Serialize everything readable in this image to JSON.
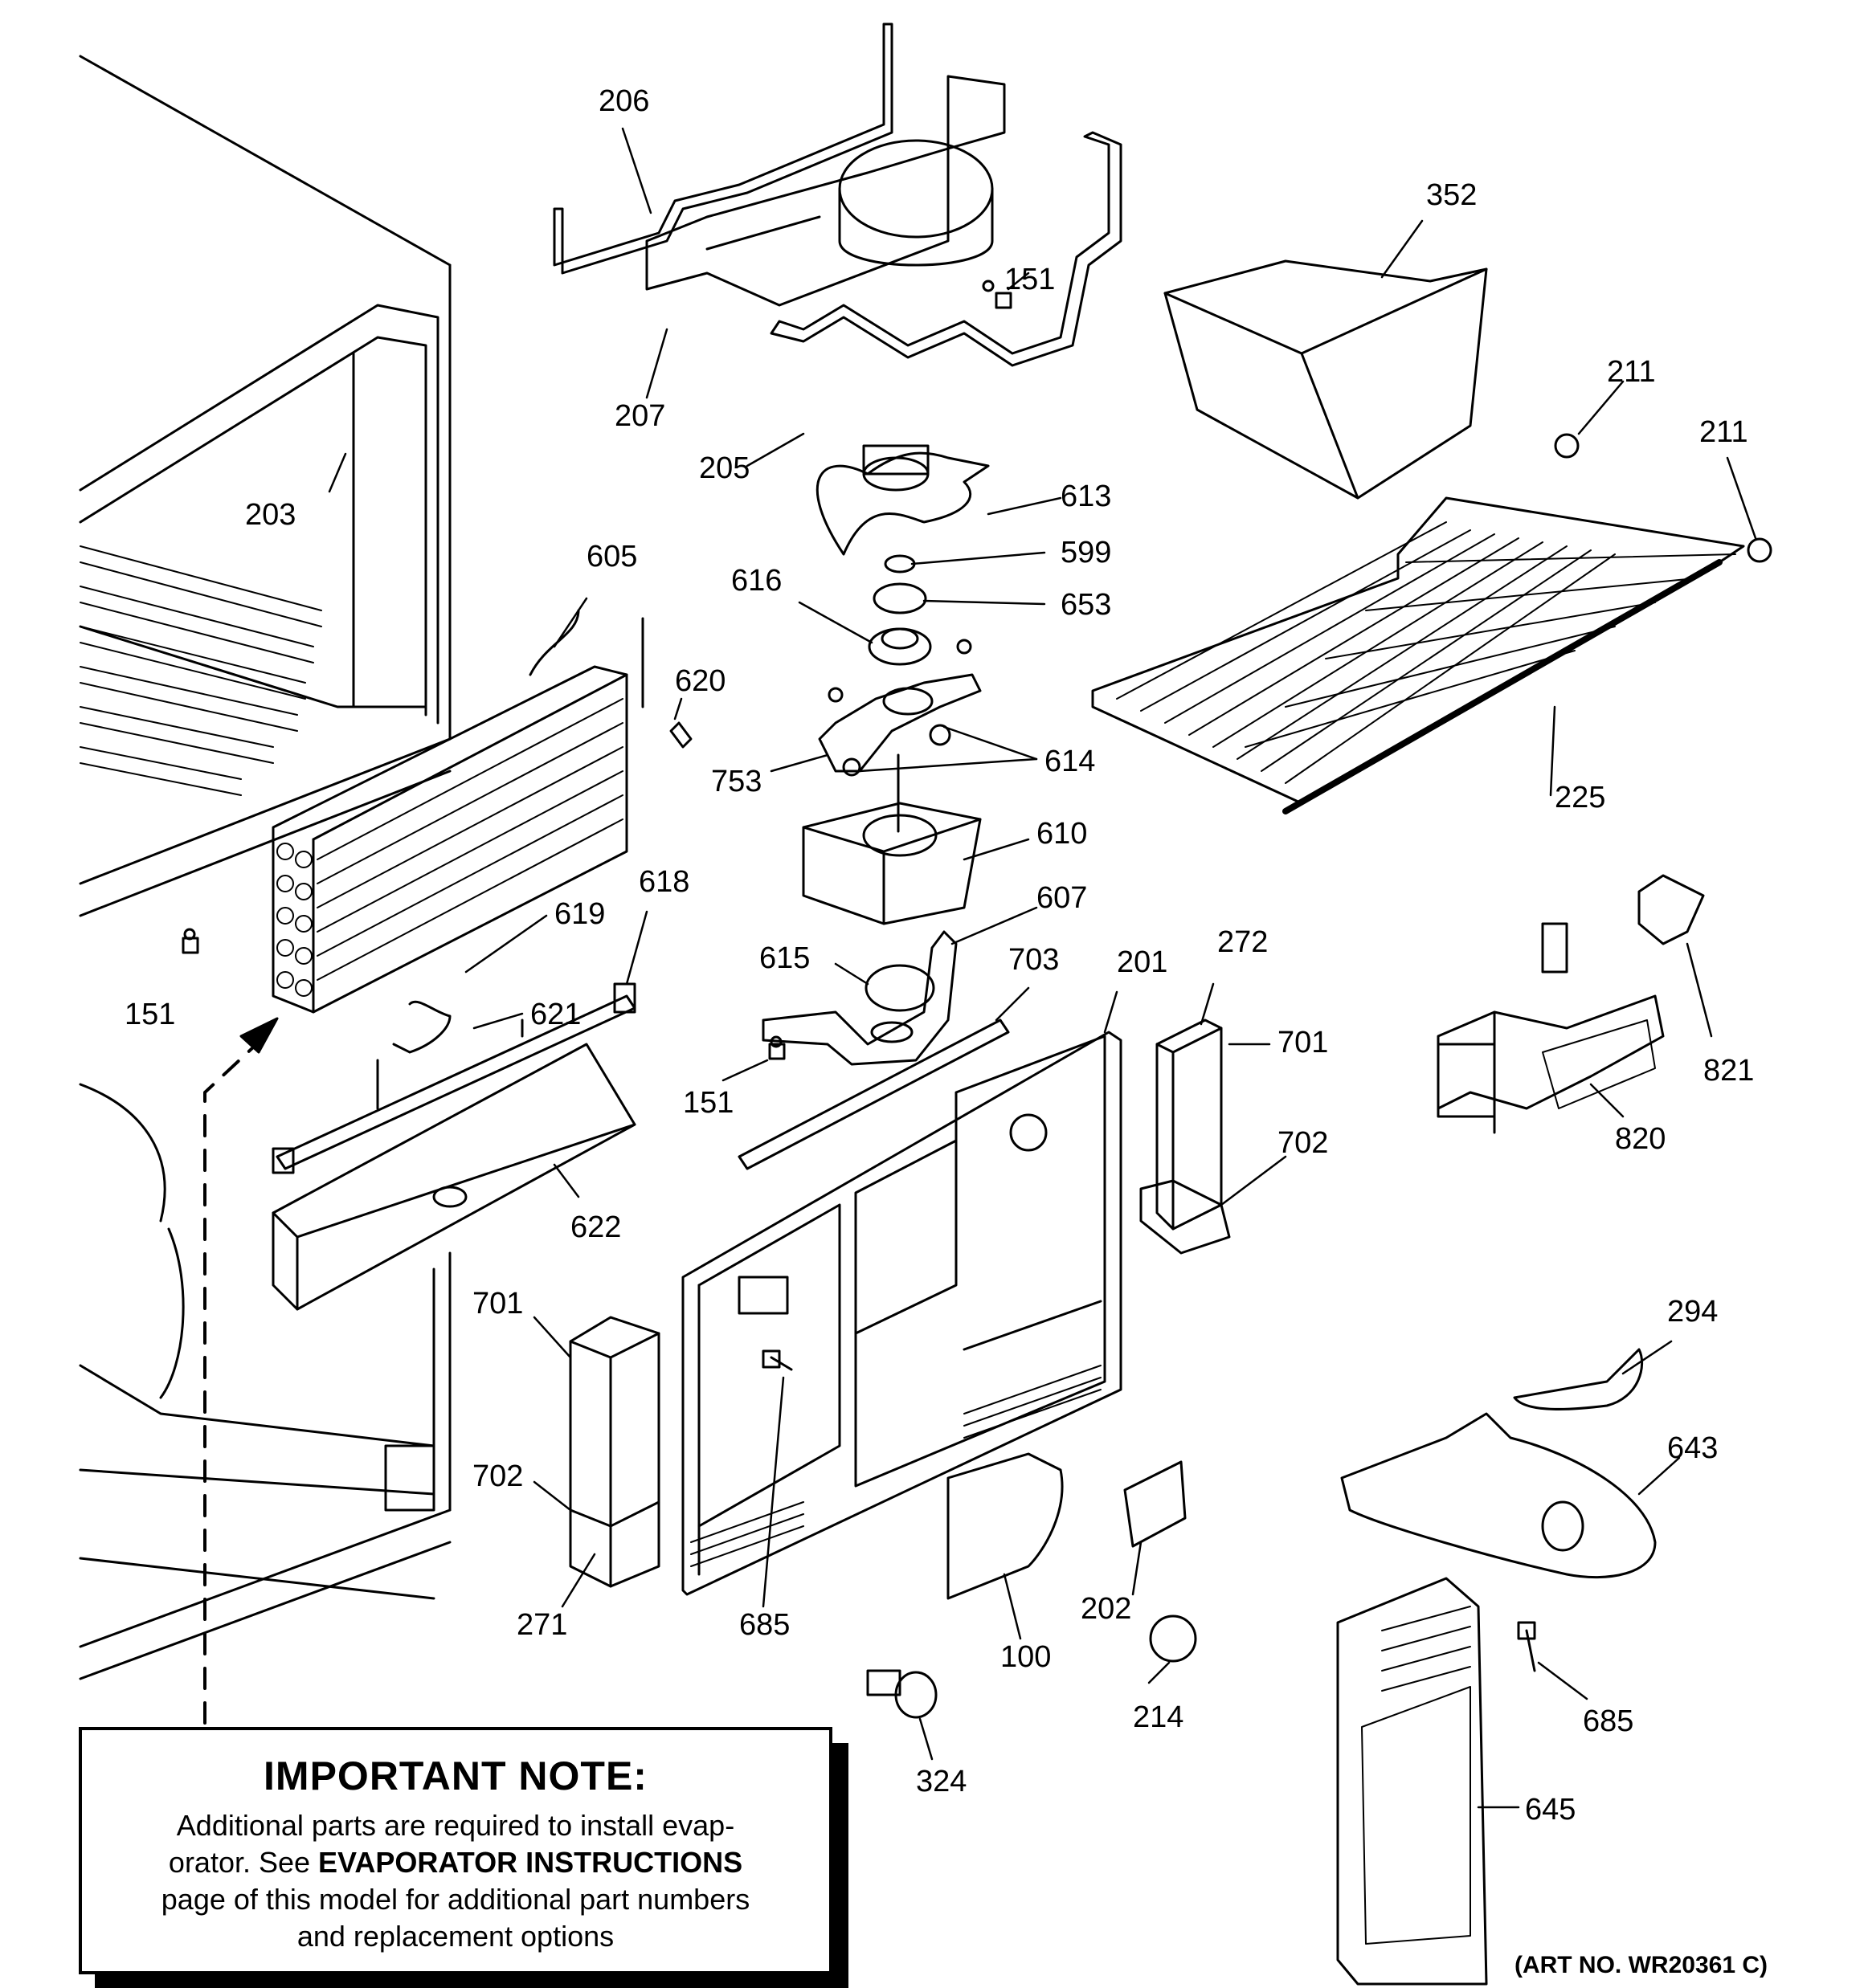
{
  "labels": [
    {
      "id": "206",
      "text": "206"
    },
    {
      "id": "207",
      "text": "207"
    },
    {
      "id": "205",
      "text": "205"
    },
    {
      "id": "151a",
      "text": "151"
    },
    {
      "id": "352",
      "text": "352"
    },
    {
      "id": "211a",
      "text": "211"
    },
    {
      "id": "211b",
      "text": "211"
    },
    {
      "id": "613",
      "text": "613"
    },
    {
      "id": "203",
      "text": "203"
    },
    {
      "id": "599",
      "text": "599"
    },
    {
      "id": "605",
      "text": "605"
    },
    {
      "id": "616",
      "text": "616"
    },
    {
      "id": "653",
      "text": "653"
    },
    {
      "id": "620",
      "text": "620"
    },
    {
      "id": "753",
      "text": "753"
    },
    {
      "id": "614",
      "text": "614"
    },
    {
      "id": "225",
      "text": "225"
    },
    {
      "id": "610",
      "text": "610"
    },
    {
      "id": "618",
      "text": "618"
    },
    {
      "id": "619",
      "text": "619"
    },
    {
      "id": "607",
      "text": "607"
    },
    {
      "id": "615",
      "text": "615"
    },
    {
      "id": "703",
      "text": "703"
    },
    {
      "id": "201",
      "text": "201"
    },
    {
      "id": "272",
      "text": "272"
    },
    {
      "id": "151b",
      "text": "151"
    },
    {
      "id": "621",
      "text": "621"
    },
    {
      "id": "701a",
      "text": "701"
    },
    {
      "id": "821",
      "text": "821"
    },
    {
      "id": "151c",
      "text": "151"
    },
    {
      "id": "820",
      "text": "820"
    },
    {
      "id": "702a",
      "text": "702"
    },
    {
      "id": "622",
      "text": "622"
    },
    {
      "id": "294",
      "text": "294"
    },
    {
      "id": "701b",
      "text": "701"
    },
    {
      "id": "643",
      "text": "643"
    },
    {
      "id": "702b",
      "text": "702"
    },
    {
      "id": "271",
      "text": "271"
    },
    {
      "id": "685a",
      "text": "685"
    },
    {
      "id": "202",
      "text": "202"
    },
    {
      "id": "100",
      "text": "100"
    },
    {
      "id": "214",
      "text": "214"
    },
    {
      "id": "685b",
      "text": "685"
    },
    {
      "id": "324",
      "text": "324"
    },
    {
      "id": "645",
      "text": "645"
    }
  ],
  "note": {
    "title": "IMPORTANT NOTE:",
    "line1": "Additional parts are required to install evap-",
    "line2_pre": "orator.  See ",
    "line2_bold": "EVAPORATOR INSTRUCTIONS",
    "line3": "page of this model for additional part numbers",
    "line4": "and replacement options"
  },
  "art_number": "(ART NO. WR20361 C)"
}
